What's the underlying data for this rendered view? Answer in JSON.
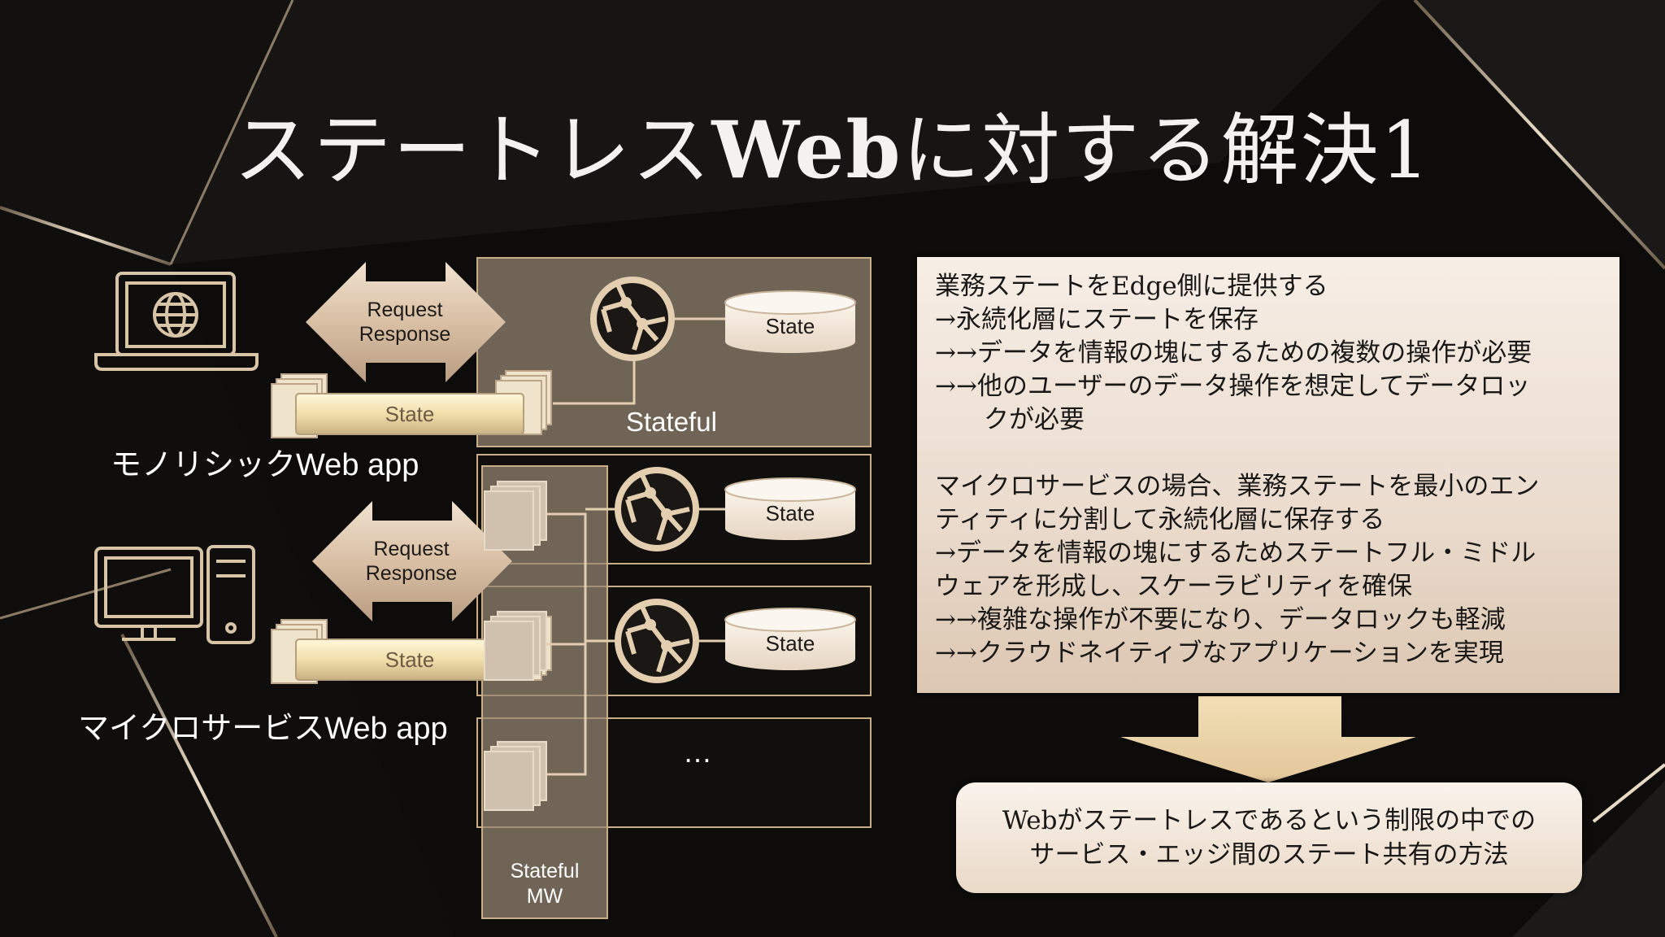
{
  "slide": {
    "title_prefix": "ステートレス",
    "title_bold": "Web",
    "title_suffix": "に対する解決1"
  },
  "left": {
    "monolith_caption": "モノリシックWeb app",
    "micro_caption": "マイクロサービスWeb app",
    "request_line1": "Request",
    "request_line2": "Response",
    "state_bar_label": "State",
    "stateful_label": "Stateful",
    "db_label": "State",
    "ellipsis": "…",
    "mw_line1": "Stateful",
    "mw_line2": "MW"
  },
  "textbox": {
    "lines": [
      "業務ステートをEdge側に提供する",
      "→永続化層にステートを保存",
      "→→データを情報の塊にするための複数の操作が必要",
      "→→他のユーザーのデータ操作を想定してデータロッ",
      "クが必要",
      "",
      "マイクロサービスの場合、業務ステートを最小のエン",
      "ティティに分割して永続化層に保存する",
      "→データを情報の塊にするためステートフル・ミドル",
      "ウェアを形成し、スケーラビリティを確保",
      "→→複雑な操作が不要になり、データロックも軽減",
      "→→クラウドネイティブなアプリケーションを実現"
    ]
  },
  "result": {
    "line1": "Webがステートレスであるという制限の中での",
    "line2": "サービス・エッジ間のステート共有の方法"
  },
  "colors": {
    "accent": "#c9ad86",
    "panel": "#968773",
    "background": "#0d0c0b"
  }
}
